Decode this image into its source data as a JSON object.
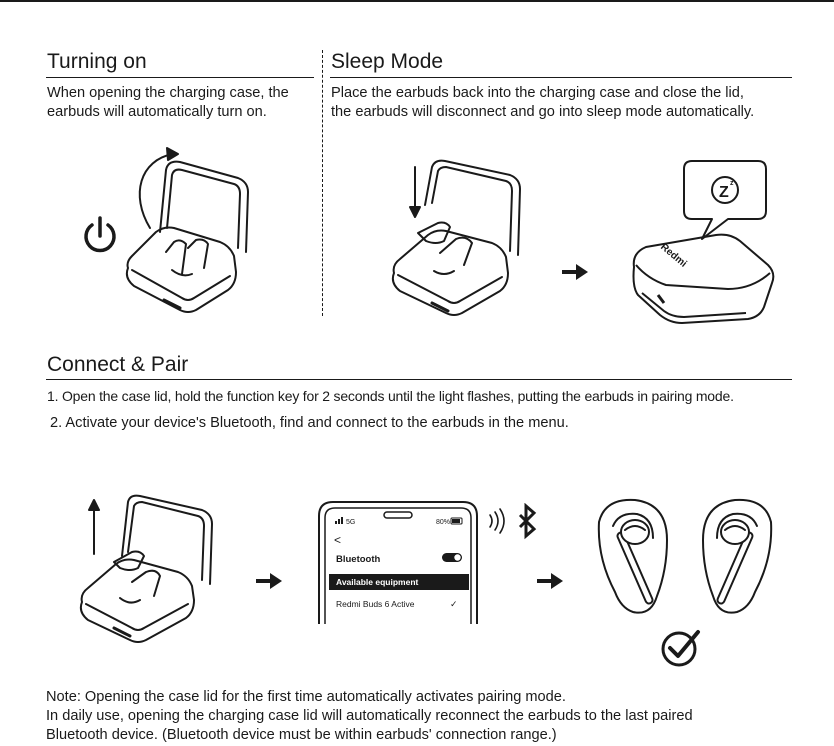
{
  "turning_on": {
    "title": "Turning on",
    "text": "When opening the charging case, the earbuds will automatically turn on."
  },
  "sleep_mode": {
    "title": "Sleep Mode",
    "text_line1": "Place the earbuds back into the charging case and close the lid,",
    "text_line2": "the earbuds will disconnect and go into sleep mode automatically."
  },
  "case_brand": "Redmi",
  "connect_pair": {
    "title": "Connect & Pair",
    "step1": "1. Open the case lid, hold the function key for 2 seconds until the light flashes, putting the earbuds in pairing mode.",
    "step2": "2. Activate your device's Bluetooth, find and connect to the earbuds in the menu."
  },
  "phone": {
    "signal": "5G",
    "battery": "80%",
    "back": "<",
    "bluetooth_label": "Bluetooth",
    "available_header": "Available equipment",
    "device_name": "Redmi Buds 6 Active",
    "check": "✓"
  },
  "note": {
    "line1": "Note: Opening the case lid for the first time automatically activates pairing mode.",
    "line2": "In daily use, opening the charging case lid will automatically reconnect the earbuds to the last paired",
    "line3": "Bluetooth device. (Bluetooth device must be within earbuds' connection range.)"
  },
  "icons": [
    "power-icon",
    "sleep-z-icon",
    "bluetooth-icon",
    "signal-waves-icon",
    "arrow-right-icon",
    "check-circle-icon"
  ]
}
